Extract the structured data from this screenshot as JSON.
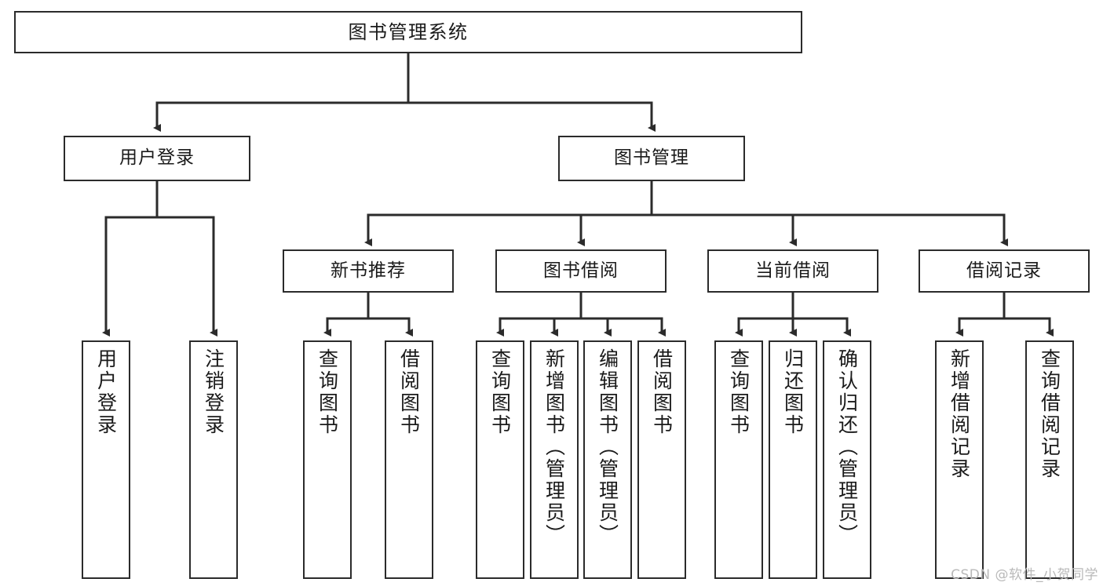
{
  "diagram": {
    "title": "图书管理系统",
    "type": "tree-hierarchy",
    "colors": {
      "background": "#ffffff",
      "box_border": "#2b2b2b",
      "connector": "#2b2b2b",
      "text": "#1a1a1a",
      "watermark": "#b9b9b9"
    },
    "root": {
      "label": "图书管理系统"
    },
    "level2": [
      {
        "label": "用户登录"
      },
      {
        "label": "图书管理"
      }
    ],
    "level3": [
      {
        "label": "新书推荐"
      },
      {
        "label": "图书借阅"
      },
      {
        "label": "当前借阅"
      },
      {
        "label": "借阅记录"
      }
    ],
    "leaves": {
      "user_login": [
        {
          "label": "用户登录"
        },
        {
          "label": "注销登录"
        }
      ],
      "new_book": [
        {
          "label": "查询图书"
        },
        {
          "label": "借阅图书"
        }
      ],
      "book_borrow": [
        {
          "label": "查询图书"
        },
        {
          "label": "新增图书（管理员）"
        },
        {
          "label": "编辑图书（管理员）"
        },
        {
          "label": "借阅图书"
        }
      ],
      "current_borrow": [
        {
          "label": "查询图书"
        },
        {
          "label": "归还图书"
        },
        {
          "label": "确认归还（管理员）"
        }
      ],
      "borrow_record": [
        {
          "label": "新增借阅记录"
        },
        {
          "label": "查询借阅记录"
        }
      ]
    }
  },
  "watermark": {
    "text": "CSDN @软件_小贺同学"
  }
}
